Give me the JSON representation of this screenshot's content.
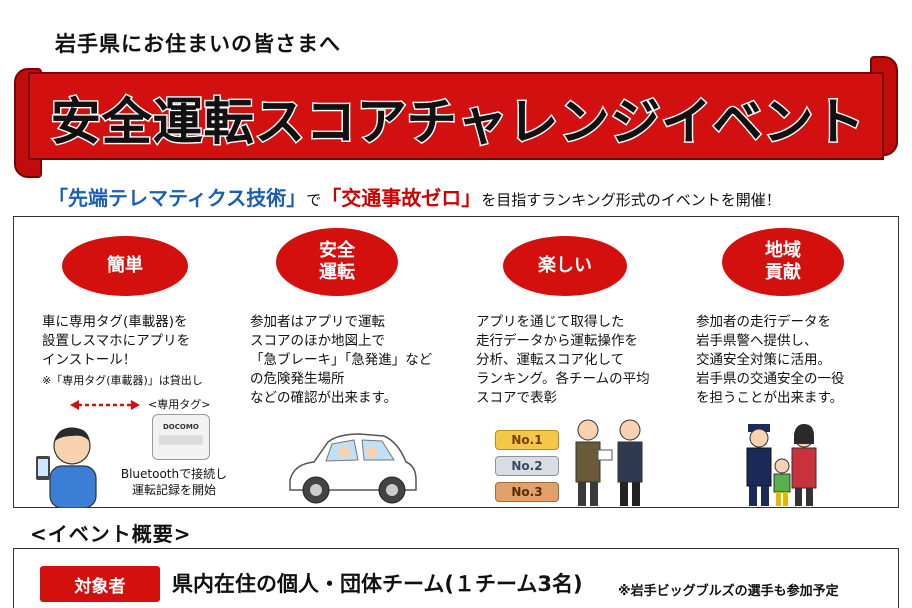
{
  "greeting": "岩手県にお住まいの皆さまへ",
  "banner_title": "安全運転スコアチャレンジイベント",
  "tagline": {
    "part1": "「先端テレマティクス技術」",
    "part2": "で",
    "part3": "「交通事故ゼロ」",
    "part4": "を目指すランキング形式のイベントを開催！"
  },
  "features": [
    {
      "label": "簡単",
      "text": "車に専用タグ(車載器)を\n設置しスマホにアプリを\nインストール！",
      "note": "※「専用タグ(車載器)」は貸出し"
    },
    {
      "label": "安全\n運転",
      "text": "参加者はアプリで運転\nスコアのほか地図上で\n「急ブレーキ」「急発進」など\nの危険発生場所\nなどの確認が出来ます。"
    },
    {
      "label": "楽しい",
      "text": "アプリを通じて取得した\n走行データから運転操作を\n分析、運転スコア化して\nランキング。各チームの平均\nスコアで表彰"
    },
    {
      "label": "地域\n貢献",
      "text": "参加者の走行データを\n岩手県警へ提供し、\n交通安全対策に活用。\n岩手県の交通安全の一役\nを担うことが出来ます。"
    }
  ],
  "device_label": "<専用タグ>",
  "device_brand": "DOCOMO",
  "bluetooth_text": "Bluetoothで接続し\n運転記録を開始",
  "ranks": [
    "No.1",
    "No.2",
    "No.3"
  ],
  "section_title": "<イベント概要>",
  "target": {
    "tag": "対象者",
    "text": "県内在住の個人・団体チーム(１チーム3名)",
    "note": "※岩手ビッグブルズの選手も参加予定"
  }
}
